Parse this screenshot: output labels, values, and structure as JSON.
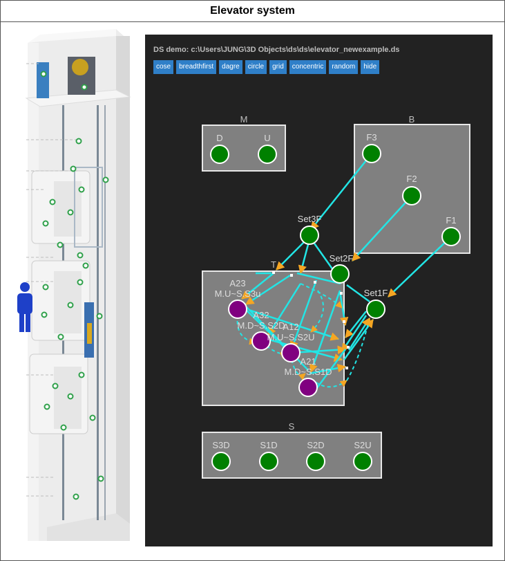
{
  "title": "Elevator system",
  "graph": {
    "ds_title": "DS demo: c:\\Users\\JUNG\\3D Objects\\ds\\ds\\elevator_newexample.ds",
    "toolbar": [
      "cose",
      "breadthfirst",
      "dagre",
      "circle",
      "grid",
      "concentric",
      "random",
      "hide"
    ],
    "groups": {
      "M": "M",
      "B": "B",
      "T": "T",
      "S": "S"
    },
    "nodes": {
      "D": "D",
      "U": "U",
      "F3": "F3",
      "F2": "F2",
      "F1": "F1",
      "Set3F": "Set3F",
      "Set2F": "Set2F",
      "Set1F": "Set1F",
      "A23": "A23",
      "A23_sub": "M.U~S.S3u",
      "A32": "A32",
      "A32_sub": "M.D~S.S2D",
      "A12": "A12",
      "A12_sub": "M.U~S.S2U",
      "A21": "A21",
      "A21_sub": "M.D~S.S1D",
      "S3D": "S3D",
      "S1D": "S1D",
      "S2D": "S2D",
      "S2U": "S2U"
    },
    "colors": {
      "background": "#222222",
      "group_fill": "#808080",
      "state_node": "#008000",
      "transition_node": "#800080",
      "edge": "#22e5e5",
      "arrow": "#f5a623",
      "button": "#2f7fc8"
    }
  }
}
